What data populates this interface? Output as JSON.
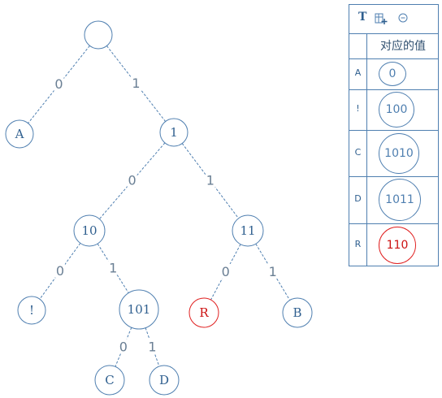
{
  "tree": {
    "nodes": [
      {
        "id": "root",
        "label": ""
      },
      {
        "id": "A",
        "label": "A"
      },
      {
        "id": "1",
        "label": "1"
      },
      {
        "id": "10",
        "label": "10"
      },
      {
        "id": "11",
        "label": "11"
      },
      {
        "id": "excl",
        "label": "!"
      },
      {
        "id": "101",
        "label": "101"
      },
      {
        "id": "R",
        "label": "R",
        "highlight": true
      },
      {
        "id": "B",
        "label": "B"
      },
      {
        "id": "C",
        "label": "C"
      },
      {
        "id": "D",
        "label": "D"
      }
    ],
    "edges": [
      {
        "from": "root",
        "to": "A",
        "label": "0"
      },
      {
        "from": "root",
        "to": "1",
        "label": "1"
      },
      {
        "from": "1",
        "to": "10",
        "label": "0"
      },
      {
        "from": "1",
        "to": "11",
        "label": "1"
      },
      {
        "from": "10",
        "to": "excl",
        "label": "0"
      },
      {
        "from": "10",
        "to": "101",
        "label": "1"
      },
      {
        "from": "11",
        "to": "R",
        "label": "0"
      },
      {
        "from": "11",
        "to": "B",
        "label": "1"
      },
      {
        "from": "101",
        "to": "C",
        "label": "0"
      },
      {
        "from": "101",
        "to": "D",
        "label": "1"
      }
    ]
  },
  "panel": {
    "toolbar": {
      "t_label": "T",
      "add_icon": "table-add-icon",
      "minus_icon": "minus-circle-icon"
    },
    "header": "对应的值",
    "rows": [
      {
        "key": "A",
        "value": "0"
      },
      {
        "key": "!",
        "value": "100"
      },
      {
        "key": "C",
        "value": "1010"
      },
      {
        "key": "D",
        "value": "1011"
      },
      {
        "key": "R",
        "value": "110",
        "highlight": true
      }
    ]
  },
  "colors": {
    "stroke": "#4f7fb0",
    "highlight": "#e02020"
  }
}
